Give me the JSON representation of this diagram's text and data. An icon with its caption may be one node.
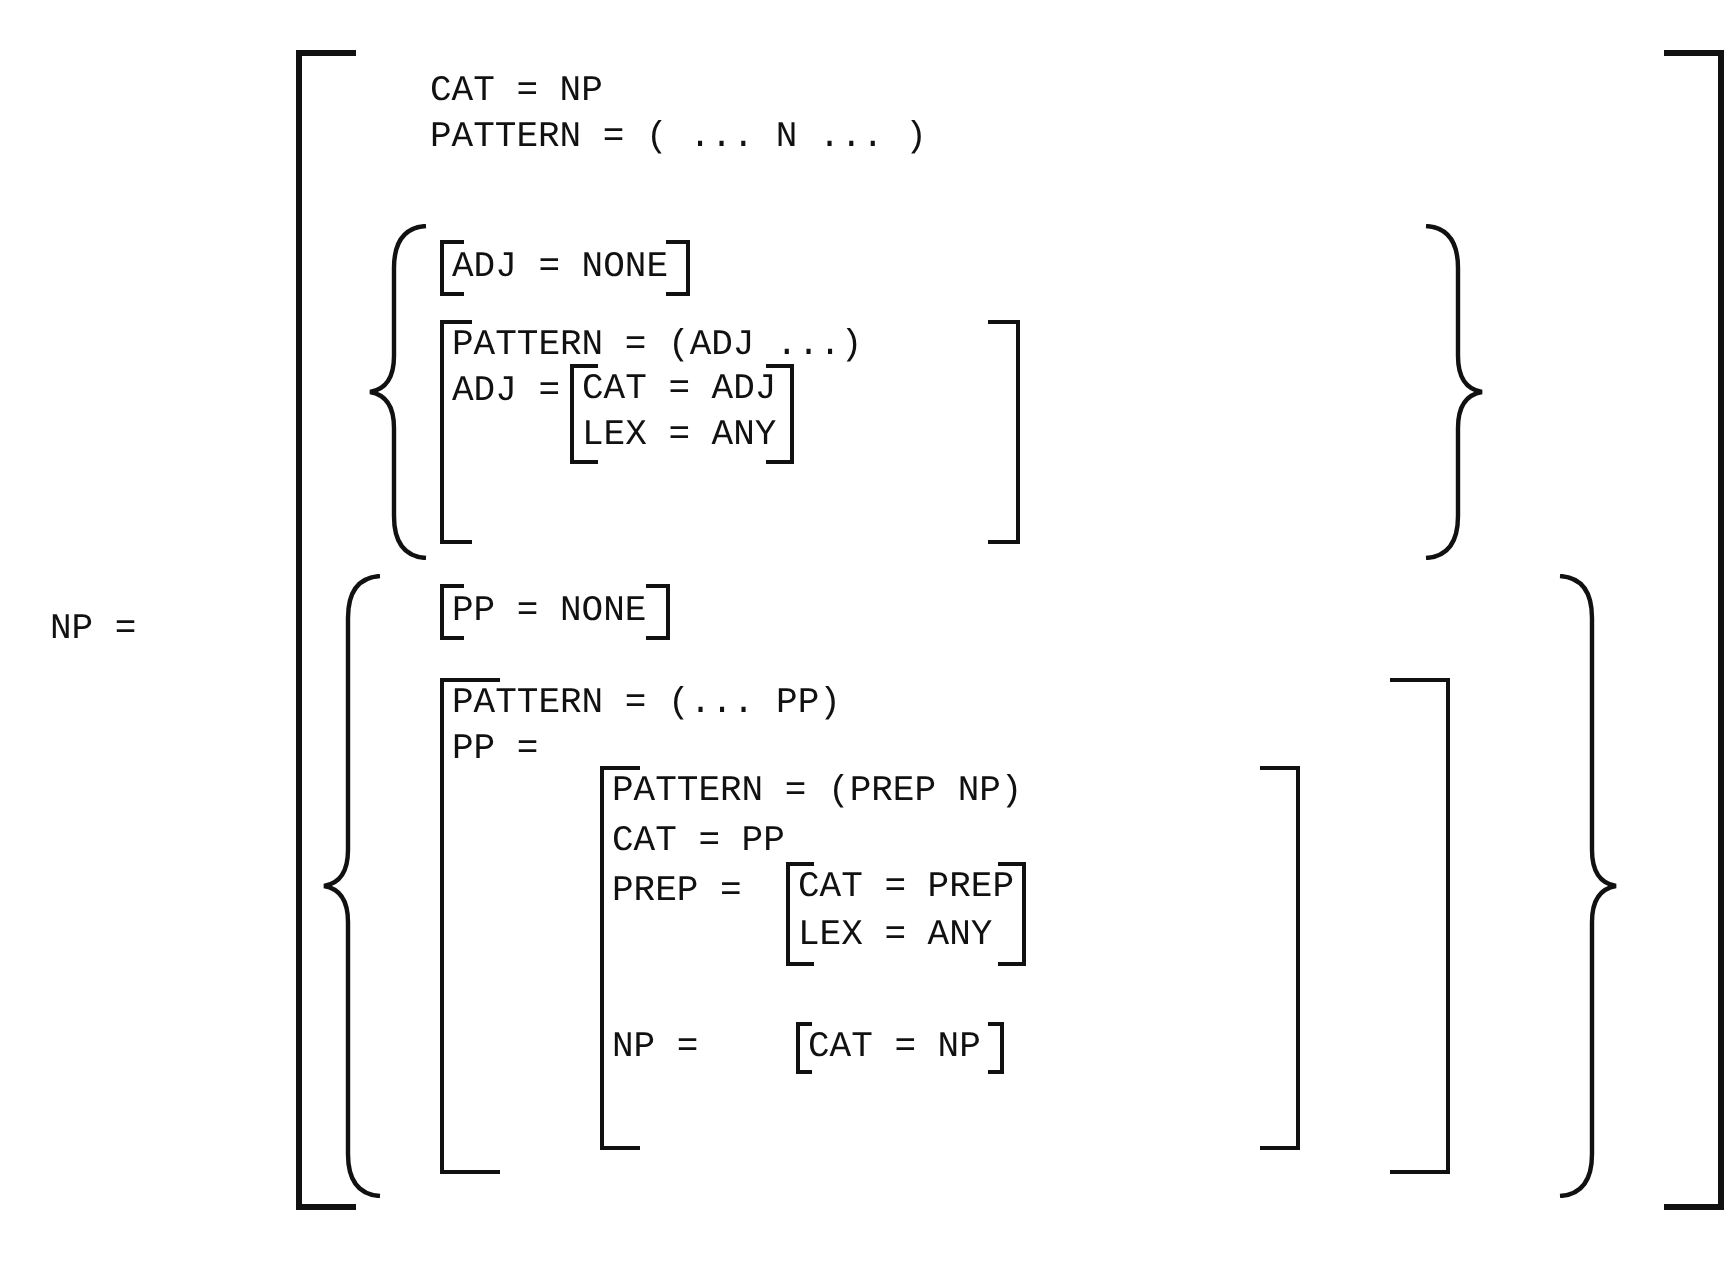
{
  "diagram": {
    "nodes": [
      {
        "text": [
          "CAT = NP",
          "PATTERN = ( ... N ... )"
        ]
      },
      {
        "text": [],
        "shape": "brace",
        "in": 0
      },
      {
        "text": [
          "ADJ = NONE"
        ],
        "in": 1
      },
      {
        "text": [
          "PATTERN = (ADJ ...)",
          "ADJ ="
        ],
        "in": 1
      },
      {
        "text": [
          "CAT = ADJ",
          "LEX = ANY"
        ],
        "in": 3
      },
      {
        "text": [],
        "shape": "brace",
        "in": 0
      },
      {
        "text": [
          "PP = NONE"
        ],
        "in": 5
      },
      {
        "text": [
          "PATTERN = (... PP)",
          "PP ="
        ],
        "in": 5
      },
      {
        "text": [
          "PATTERN = (PREP NP)",
          "CAT = PP",
          "PREP =",
          "NP ="
        ],
        "in": 7
      },
      {
        "text": [
          "CAT = PREP",
          "LEX = ANY"
        ],
        "in": 8
      },
      {
        "text": [
          "CAT = NP"
        ],
        "in": 8
      }
    ],
    "labels": [
      "NP ="
    ]
  }
}
